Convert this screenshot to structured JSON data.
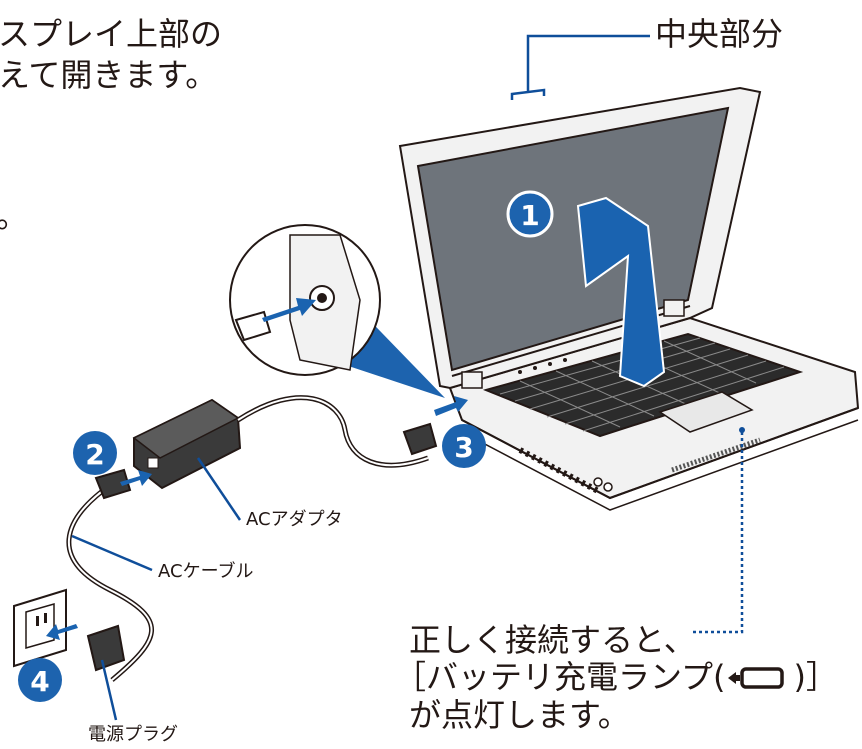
{
  "instructions": {
    "line1": "スプレイ上部の",
    "line2": "えて開きます。",
    "line3": "。"
  },
  "callouts": {
    "center_part": "中央部分",
    "ac_adapter": "ACアダプタ",
    "ac_cable": "ACケーブル",
    "power_plug": "電源プラグ"
  },
  "steps": [
    "1",
    "2",
    "3",
    "4"
  ],
  "note": {
    "line1": "正しく接続すると、",
    "line2_prefix": "［バッテリ充電ランプ(",
    "line2_suffix": ")］",
    "line3": "が点灯します。"
  },
  "colors": {
    "step_badge": "#1d63ae",
    "arrow_blue": "#1a63b0",
    "leader_line": "#0f4e9a",
    "outline": "#231815",
    "screen": "#6e747b",
    "laptop_body": "#f2f2f2"
  },
  "icons": {
    "charge_lamp": "battery-charge-icon"
  }
}
